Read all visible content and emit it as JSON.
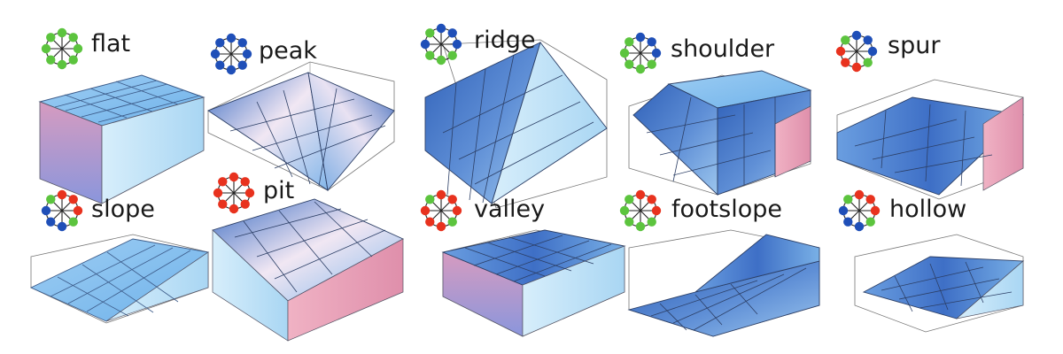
{
  "colors": {
    "high": "#1f4fb8",
    "low": "#e8321e",
    "equal": "#5cc43e",
    "surface_dark": "#3f72c8",
    "surface_light": "#aed4f2",
    "wall_blue": "#bfe2f7",
    "wall_pink": "#e49ab2",
    "box_line": "#777777"
  },
  "patterns": [
    {
      "id": "flat",
      "label": "flat",
      "neighbors": [
        "equal",
        "equal",
        "equal",
        "equal",
        "equal",
        "equal",
        "equal",
        "equal"
      ]
    },
    {
      "id": "peak",
      "label": "peak",
      "neighbors": [
        "high",
        "high",
        "high",
        "high",
        "high",
        "high",
        "high",
        "high"
      ]
    },
    {
      "id": "ridge",
      "label": "ridge",
      "neighbors": [
        "high",
        "high",
        "high",
        "equal",
        "equal",
        "equal",
        "high",
        "equal"
      ]
    },
    {
      "id": "shoulder",
      "label": "shoulder",
      "neighbors": [
        "high",
        "high",
        "high",
        "equal",
        "equal",
        "equal",
        "equal",
        "equal"
      ]
    },
    {
      "id": "spur",
      "label": "spur",
      "neighbors": [
        "high",
        "high",
        "high",
        "equal",
        "low",
        "low",
        "low",
        "equal"
      ]
    },
    {
      "id": "slope",
      "label": "slope",
      "neighbors": [
        "low",
        "low",
        "low",
        "equal",
        "high",
        "high",
        "high",
        "equal"
      ]
    },
    {
      "id": "pit",
      "label": "pit",
      "neighbors": [
        "low",
        "low",
        "low",
        "low",
        "low",
        "low",
        "low",
        "low"
      ]
    },
    {
      "id": "valley",
      "label": "valley",
      "neighbors": [
        "low",
        "low",
        "low",
        "equal",
        "low",
        "low",
        "low",
        "equal"
      ]
    },
    {
      "id": "footslope",
      "label": "footslope",
      "neighbors": [
        "low",
        "low",
        "low",
        "equal",
        "equal",
        "equal",
        "equal",
        "equal"
      ]
    },
    {
      "id": "hollow",
      "label": "hollow",
      "neighbors": [
        "low",
        "low",
        "low",
        "equal",
        "high",
        "high",
        "high",
        "equal"
      ]
    }
  ]
}
